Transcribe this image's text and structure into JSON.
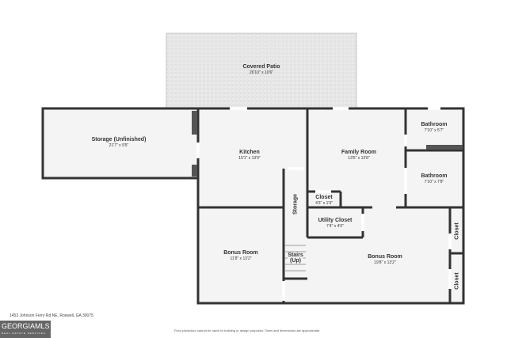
{
  "rooms": {
    "patio": {
      "name": "Covered Patio",
      "dims": "26'10\" x 10'6\""
    },
    "storage_unfinished": {
      "name": "Storage (Unfinished)",
      "dims": "21'7\" x 9'5\""
    },
    "kitchen": {
      "name": "Kitchen",
      "dims": "15'1\" x 13'9\""
    },
    "family": {
      "name": "Family Room",
      "dims": "13'5\" x 13'8\""
    },
    "bath1": {
      "name": "Bathroom",
      "dims": "7'10\" x 5'7\""
    },
    "bath2": {
      "name": "Bathroom",
      "dims": "7'10\" x 7'8\""
    },
    "storage": {
      "name": "Storage"
    },
    "closet": {
      "name": "Closet",
      "dims": "4'3\" x 1'9\""
    },
    "utility": {
      "name": "Utility Closet",
      "dims": "7'4\" x 4'0\""
    },
    "bonus1": {
      "name": "Bonus Room",
      "dims": "11'8\" x 13'2\""
    },
    "stairs": {
      "name": "Stairs",
      "sub": "(Up)"
    },
    "bonus2": {
      "name": "Bonus Room",
      "dims": "19'8\" x 13'2\""
    },
    "closet_r1": {
      "name": "Closet"
    },
    "closet_r2": {
      "name": "Closet"
    }
  },
  "address": "1453 Johnson Ferry Rd NE, Roswell, GA 30075",
  "disclaimer": "Floor plans/tour cannot be used for building or design purposes. Sizes and dimensions are approximate.",
  "logo": {
    "text": "GEORGIAMLS",
    "sub": "REAL ESTATE SERVICES"
  },
  "colors": {
    "wall": "#333333",
    "floor": "#f4f4f4",
    "patio": "#e8e8e8"
  }
}
